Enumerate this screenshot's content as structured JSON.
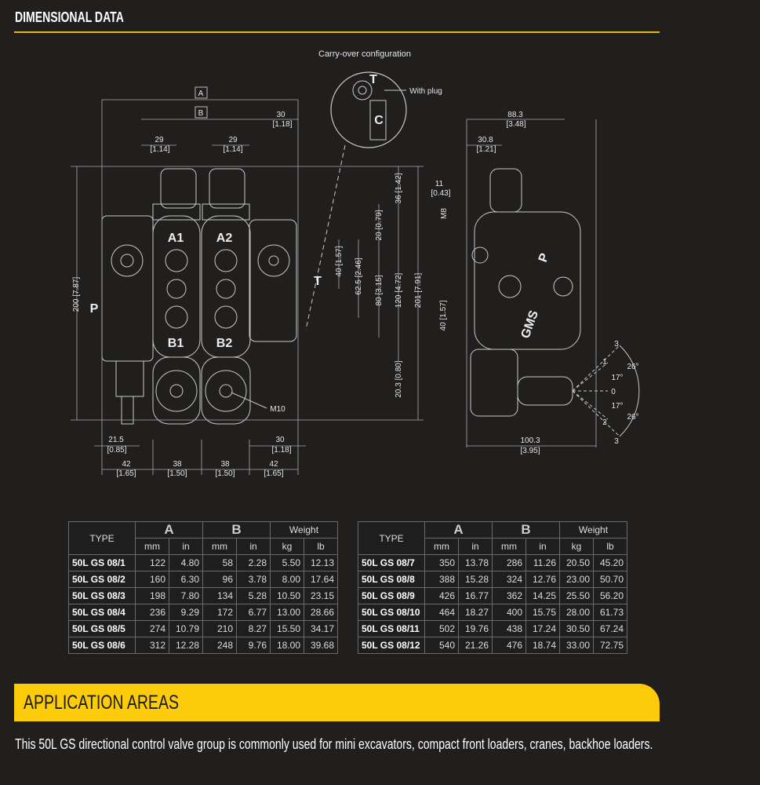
{
  "section_title": "DIMENSIONAL DATA",
  "drawing": {
    "detail_title": "Carry-over configuration",
    "with_plug": "With plug",
    "port_T": "T",
    "port_C": "C",
    "dim_A": "A",
    "dim_B": "B",
    "top_30": "30",
    "top_30_in": "[1.18]",
    "left_29": "29",
    "left_29_in": "[1.14]",
    "mid_29": "29",
    "mid_29_in": "[1.14]",
    "A1": "A1",
    "A2": "A2",
    "B1": "B1",
    "B2": "B2",
    "P": "P",
    "T": "T",
    "v36": "36 [1.42]",
    "v20": "20 [0.79]",
    "v40": "40 [1.57]",
    "v62": "62.5 [2.46]",
    "v80": "80 [3.15]",
    "v120": "120 [4.72]",
    "v201": "201 [7.91]",
    "v200": "200 [7.87]",
    "v20_3": "20.3 [0.80]",
    "M10": "M10",
    "b21": "21.5",
    "b21_in": "[0.85]",
    "b30": "30",
    "b30_in": "[1.18]",
    "b42a": "42",
    "b42a_in": "[1.65]",
    "b38a": "38",
    "b38a_in": "[1.50]",
    "b38b": "38",
    "b38b_in": "[1.50]",
    "b42b": "42",
    "b42b_in": "[1.65]",
    "side": {
      "w88": "88.3",
      "w88_in": "[3.48]",
      "w30": "30.8",
      "w30_in": "[1.21]",
      "w11": "11",
      "w11_in": "[0.43]",
      "M8": "M8",
      "P": "P",
      "v40": "40 [1.57]",
      "logo": "GMS",
      "pos3a": "3",
      "pos1": "1",
      "pos0": "0",
      "pos2": "2",
      "pos3b": "3",
      "ang26a": "26°",
      "ang17a": "17°",
      "ang17b": "17°",
      "ang26b": "26°",
      "w100": "100.3",
      "w100_in": "[3.95]"
    }
  },
  "tables": [
    {
      "headers": {
        "type": "TYPE",
        "A": "A",
        "B": "B",
        "weight": "Weight",
        "mm": "mm",
        "in": "in",
        "kg": "kg",
        "lb": "lb"
      },
      "rows": [
        [
          "50L GS 08/1",
          "122",
          "4.80",
          "58",
          "2.28",
          "5.50",
          "12.13"
        ],
        [
          "50L GS 08/2",
          "160",
          "6.30",
          "96",
          "3.78",
          "8.00",
          "17.64"
        ],
        [
          "50L GS 08/3",
          "198",
          "7.80",
          "134",
          "5.28",
          "10.50",
          "23.15"
        ],
        [
          "50L GS 08/4",
          "236",
          "9.29",
          "172",
          "6.77",
          "13.00",
          "28.66"
        ],
        [
          "50L GS 08/5",
          "274",
          "10.79",
          "210",
          "8.27",
          "15.50",
          "34.17"
        ],
        [
          "50L GS 08/6",
          "312",
          "12.28",
          "248",
          "9.76",
          "18.00",
          "39.68"
        ]
      ]
    },
    {
      "headers": {
        "type": "TYPE",
        "A": "A",
        "B": "B",
        "weight": "Weight",
        "mm": "mm",
        "in": "in",
        "kg": "kg",
        "lb": "lb"
      },
      "rows": [
        [
          "50L GS 08/7",
          "350",
          "13.78",
          "286",
          "11.26",
          "20.50",
          "45.20"
        ],
        [
          "50L GS 08/8",
          "388",
          "15.28",
          "324",
          "12.76",
          "23.00",
          "50.70"
        ],
        [
          "50L GS 08/9",
          "426",
          "16.77",
          "362",
          "14.25",
          "25.50",
          "56.20"
        ],
        [
          "50L GS 08/10",
          "464",
          "18.27",
          "400",
          "15.75",
          "28.00",
          "61.73"
        ],
        [
          "50L GS 08/11",
          "502",
          "19.76",
          "438",
          "17.24",
          "30.50",
          "67.24"
        ],
        [
          "50L GS 08/12",
          "540",
          "21.26",
          "476",
          "18.74",
          "33.00",
          "72.75"
        ]
      ]
    }
  ],
  "application": {
    "title": "APPLICATION AREAS",
    "text": "This 50L GS directional control valve group is commonly used for mini excavators, compact front loaders, cranes, backhoe loaders."
  },
  "colors": {
    "accent": "#fccc0a",
    "background": "#211f1e"
  }
}
